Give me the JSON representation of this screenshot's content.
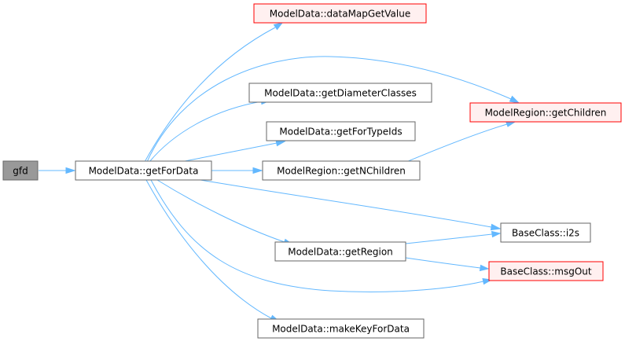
{
  "colors": {
    "edge": "#63b8ff",
    "root_fill": "#999999",
    "root_border": "#666666",
    "normal_fill": "#ffffff",
    "normal_border": "#666666",
    "truncated_fill": "#fff0f0",
    "truncated_border": "#ff0000"
  },
  "nodes": {
    "gfd": {
      "label": "gfd",
      "style": "root"
    },
    "getForData": {
      "label": "ModelData::getForData",
      "style": "normal"
    },
    "dataMapGetValue": {
      "label": "ModelData::dataMapGetValue",
      "style": "truncated"
    },
    "getDiameterClasses": {
      "label": "ModelData::getDiameterClasses",
      "style": "normal"
    },
    "getForTypeIds": {
      "label": "ModelData::getForTypeIds",
      "style": "normal"
    },
    "getNChildren": {
      "label": "ModelRegion::getNChildren",
      "style": "normal"
    },
    "getChildren": {
      "label": "ModelRegion::getChildren",
      "style": "truncated"
    },
    "getRegion": {
      "label": "ModelData::getRegion",
      "style": "normal"
    },
    "i2s": {
      "label": "BaseClass::i2s",
      "style": "normal"
    },
    "msgOut": {
      "label": "BaseClass::msgOut",
      "style": "truncated"
    },
    "makeKeyForData": {
      "label": "ModelData::makeKeyForData",
      "style": "normal"
    }
  },
  "edges": [
    {
      "from": "gfd",
      "to": "getForData"
    },
    {
      "from": "getForData",
      "to": "dataMapGetValue"
    },
    {
      "from": "getForData",
      "to": "getChildren"
    },
    {
      "from": "getForData",
      "to": "getDiameterClasses"
    },
    {
      "from": "getForData",
      "to": "getForTypeIds"
    },
    {
      "from": "getForData",
      "to": "getNChildren"
    },
    {
      "from": "getForData",
      "to": "i2s"
    },
    {
      "from": "getForData",
      "to": "getRegion"
    },
    {
      "from": "getForData",
      "to": "msgOut"
    },
    {
      "from": "getForData",
      "to": "makeKeyForData"
    },
    {
      "from": "getNChildren",
      "to": "getChildren"
    },
    {
      "from": "getRegion",
      "to": "i2s"
    },
    {
      "from": "getRegion",
      "to": "msgOut"
    }
  ]
}
